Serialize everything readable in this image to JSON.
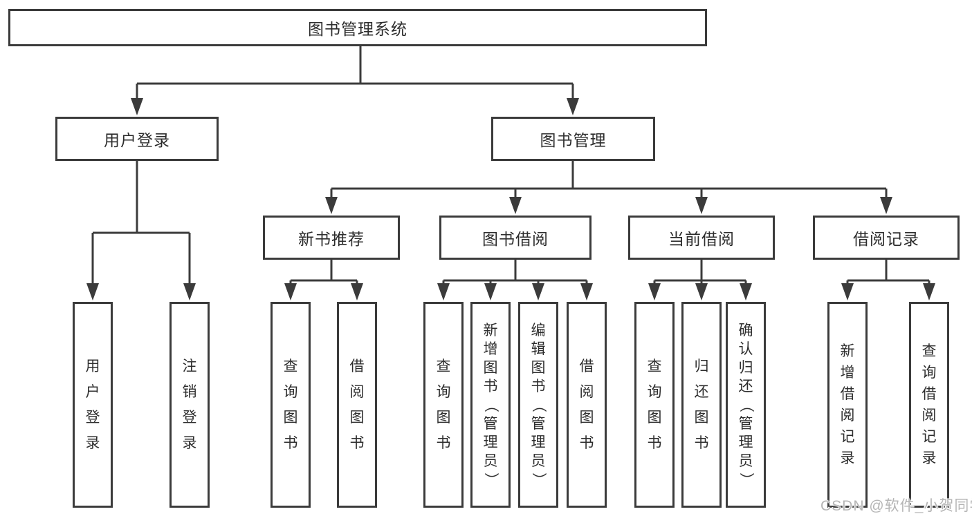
{
  "colors": {
    "line": "#3b3b3b",
    "text": "#2d2d2d",
    "box_background": "#ffffff",
    "watermark": "#b5b5b5"
  },
  "watermark": "CSDN @软件_小贺同学",
  "tree": {
    "label": "图书管理系统",
    "children": [
      {
        "label": "用户登录",
        "children": [
          {
            "label": "用户登录"
          },
          {
            "label": "注销登录"
          }
        ]
      },
      {
        "label": "图书管理",
        "children": [
          {
            "label": "新书推荐",
            "children": [
              {
                "label": "查询图书"
              },
              {
                "label": "借阅图书"
              }
            ]
          },
          {
            "label": "图书借阅",
            "children": [
              {
                "label": "查询图书"
              },
              {
                "label": "新增图书（管理员）"
              },
              {
                "label": "编辑图书（管理员）"
              },
              {
                "label": "借阅图书"
              }
            ]
          },
          {
            "label": "当前借阅",
            "children": [
              {
                "label": "查询图书"
              },
              {
                "label": "归还图书"
              },
              {
                "label": "确认归还（管理员）"
              }
            ]
          },
          {
            "label": "借阅记录",
            "children": [
              {
                "label": "新增借阅记录"
              },
              {
                "label": "查询借阅记录"
              }
            ]
          }
        ]
      }
    ]
  }
}
